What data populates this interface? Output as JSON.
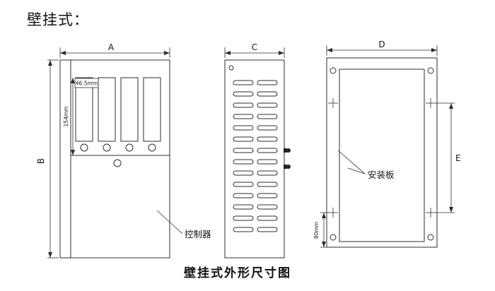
{
  "page": {
    "title": "壁挂式：",
    "caption": "壁挂式外形尺寸图"
  },
  "front_view": {
    "dim_width": "A",
    "dim_height": "B",
    "dim_slot_width": "46.5mm",
    "dim_slot_height": "154mm",
    "controller_label": "控制器"
  },
  "side_view": {
    "dim_depth": "C"
  },
  "back_view": {
    "dim_width": "D",
    "dim_hole_height": "E",
    "dim_bottom_offset": "80mm",
    "mounting_plate_label": "安装板"
  },
  "colors": {
    "line": "#2e2e2e",
    "background": "#ffffff"
  }
}
